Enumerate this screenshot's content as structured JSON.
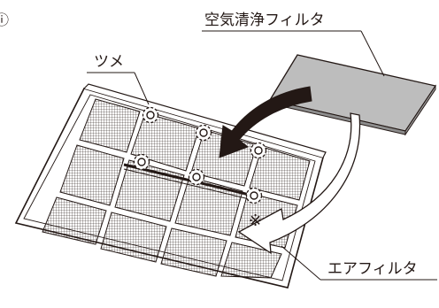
{
  "step_marker": "ⓘ",
  "labels": {
    "air_purifying_filter": "空気清浄フィルタ",
    "claw": "ツメ",
    "air_filter": "エアフィルタ",
    "note_mark": "※"
  },
  "colors": {
    "line": "#231815",
    "filter_gray": "#bdbdbd",
    "arrow_fill": "#231815"
  },
  "icons": [
    "claw-marker-icon",
    "curved-arrow-icon",
    "outline-arrow-icon"
  ]
}
